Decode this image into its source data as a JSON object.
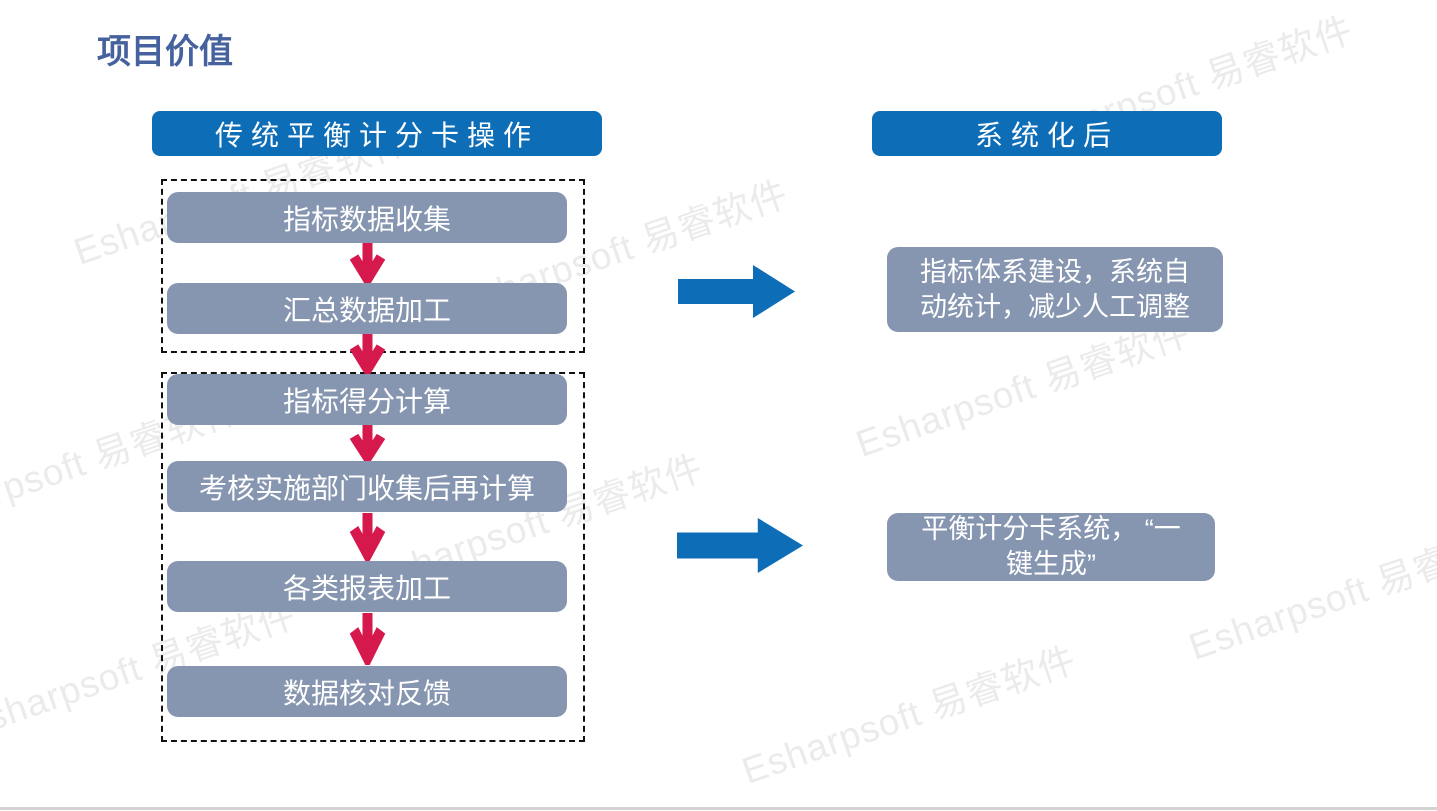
{
  "slide": {
    "title": "项目价值"
  },
  "colors": {
    "title_text": "#45619E",
    "header_bg": "#0D6DB7",
    "process_box_bg": "#8796B0",
    "process_box_text": "#FFFFFF",
    "down_arrow": "#D6194C",
    "right_arrow": "#0D6DB7",
    "watermark_text": "#EBEBEB",
    "dashed_border": "#111111",
    "bottom_line": "#D3D3D3"
  },
  "left_column": {
    "header": "传统平衡计分卡操作",
    "group1_steps": [
      "指标数据收集",
      "汇总数据加工"
    ],
    "group2_steps": [
      "指标得分计算",
      "考核实施部门收集后再计算",
      "各类报表加工",
      "数据核对反馈"
    ]
  },
  "right_column": {
    "header": "系统化后",
    "boxes": [
      {
        "lines": [
          "指标体系建设，系统自",
          "动统计，减少人工调整"
        ]
      },
      {
        "lines": [
          "平衡计分卡系统， “一",
          "键生成”"
        ]
      }
    ]
  },
  "watermark": {
    "text": "Esharpsoft 易睿软件"
  }
}
